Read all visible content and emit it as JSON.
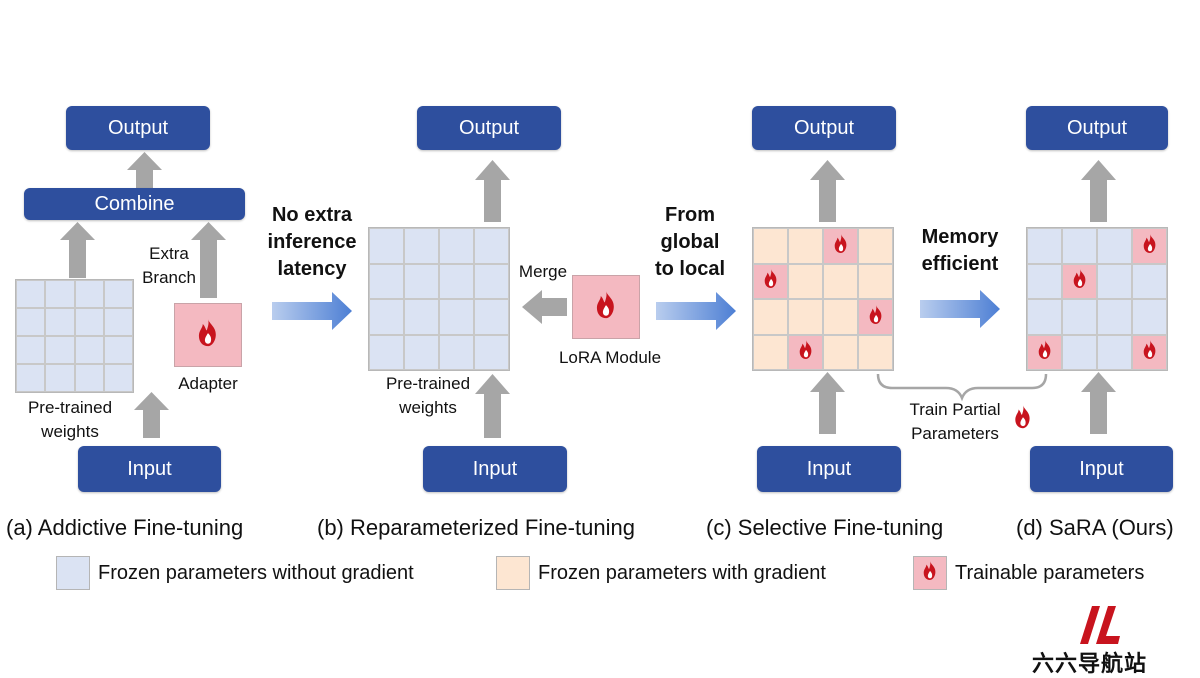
{
  "panels": {
    "a": {
      "output": "Output",
      "combine": "Combine",
      "extra_branch": "Extra\nBranch",
      "adapter": "Adapter",
      "weights": "Pre-trained\nweights",
      "input": "Input",
      "caption": "(a) Addictive Fine-tuning"
    },
    "b": {
      "output": "Output",
      "merge": "Merge",
      "lora": "LoRA Module",
      "weights": "Pre-trained\nweights",
      "input": "Input",
      "caption": "(b) Reparameterized Fine-tuning"
    },
    "c": {
      "output": "Output",
      "input": "Input",
      "caption": "(c) Selective Fine-tuning"
    },
    "d": {
      "output": "Output",
      "input": "Input",
      "caption": "(d) SaRA (Ours)"
    }
  },
  "transitions": {
    "ab": "No extra\ninference\nlatency",
    "bc": "From\nglobal\nto local",
    "cd": "Memory\nefficient"
  },
  "brace_label": "Train Partial\nParameters",
  "legend": {
    "frozen": "Frozen parameters without gradient",
    "frozen_grad": "Frozen parameters with gradient",
    "trainable": "Trainable parameters"
  },
  "watermark": "六六导航站",
  "colors": {
    "box": "#2e4f9e",
    "frozen": "#dbe3f3",
    "frozen_grad": "#fde6d2",
    "trainable": "#f4b9c1",
    "flame": "#c8141e",
    "arrow_gray": "#a6a6a6",
    "arrow_blue": "#6f95d9"
  },
  "icons": {
    "flame": "flame-icon",
    "up_arrow": "up-arrow-icon",
    "right_arrow": "right-arrow-icon"
  }
}
